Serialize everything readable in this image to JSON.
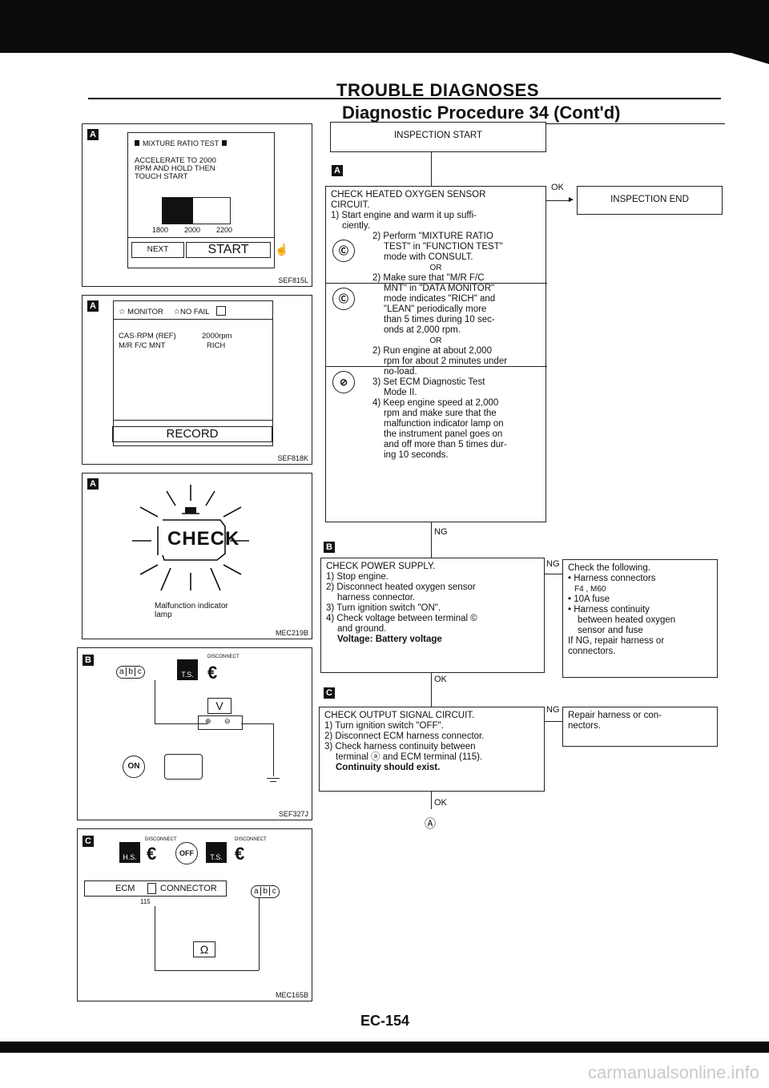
{
  "header": {
    "title": "TROUBLE DIAGNOSES",
    "subtitle": "Diagnostic Procedure 34 (Cont'd)"
  },
  "left_panels": {
    "a1": {
      "tag": "A",
      "screen_title": "MIXTURE RATIO TEST",
      "screen_text": [
        "ACCELERATE TO 2000",
        "RPM AND HOLD THEN",
        "TOUCH START"
      ],
      "scale": [
        "1800",
        "2000",
        "2200"
      ],
      "next_label": "NEXT",
      "start_label": "START",
      "code": "SEF815L"
    },
    "a2": {
      "tag": "A",
      "monitor_label": "MONITOR",
      "nofail_label": "NO FAIL",
      "row1_label": "CAS·RPM (REF)",
      "row1_value": "2000rpm",
      "row2_label": "M/R F/C MNT",
      "row2_value": "RICH",
      "record_label": "RECORD",
      "code": "SEF818K"
    },
    "a3": {
      "tag": "A",
      "check_text": "CHECK",
      "caption_line1": "Malfunction indicator",
      "caption_line2": "lamp",
      "code": "MEC219B"
    },
    "b": {
      "tag": "B",
      "disconnect": "DISCONNECT",
      "ts": "T.S.",
      "connector": [
        "a",
        "b",
        "c"
      ],
      "meter": "V",
      "on": "ON",
      "code": "SEF327J"
    },
    "c": {
      "tag": "C",
      "disconnect1": "DISCONNECT",
      "disconnect2": "DISCONNECT",
      "hs": "H.S.",
      "ts": "T.S.",
      "off": "OFF",
      "ecm": "ECM",
      "connector_label": "CONNECTOR",
      "pin": "115",
      "connector": [
        "a",
        "b",
        "c"
      ],
      "meter": "Ω",
      "code": "MEC165B"
    }
  },
  "flow": {
    "start": "INSPECTION START",
    "tag_a": "A",
    "step1": {
      "title": "CHECK HEATED OXYGEN SENSOR",
      "title2": "CIRCUIT.",
      "s1": "1) Start engine and warm it up suffi-",
      "s1b": "ciently.",
      "s2a": "2) Perform \"MIXTURE RATIO",
      "s2b": "TEST\" in \"FUNCTION TEST\"",
      "s2c": "mode with CONSULT.",
      "or1": "OR",
      "s3a": "2) Make sure that \"M/R F/C",
      "s3b": "MNT\" in \"DATA MONITOR\"",
      "s3c": "mode indicates \"RICH\" and",
      "s3d": "\"LEAN\" periodically more",
      "s3e": "than 5 times during 10 sec-",
      "s3f": "onds at 2,000 rpm.",
      "or2": "OR",
      "s4a": "2) Run engine at about 2,000",
      "s4b": "rpm for about 2 minutes under",
      "s4c": "no-load.",
      "s5a": "3) Set ECM Diagnostic Test",
      "s5b": "Mode II.",
      "s6a": "4) Keep engine speed at 2,000",
      "s6b": "rpm and make sure that the",
      "s6c": "malfunction indicator lamp on",
      "s6d": "the instrument panel goes on",
      "s6e": "and off more than 5 times dur-",
      "s6f": "ing 10 seconds."
    },
    "ok1": "OK",
    "end": "INSPECTION END",
    "ng1": "NG",
    "tag_b": "B",
    "step2": {
      "title": "CHECK POWER SUPPLY.",
      "l1": "1) Stop engine.",
      "l2a": "2) Disconnect heated oxygen sensor",
      "l2b": "harness connector.",
      "l3": "3) Turn ignition switch \"ON\".",
      "l4a": "4) Check voltage between terminal ©",
      "l4b": "and ground.",
      "l5": "Voltage: Battery voltage"
    },
    "ng2": "NG",
    "check_box": {
      "l1": "Check the following.",
      "l2": "• Harness connectors",
      "l3": "F4 , M60",
      "l4": "• 10A fuse",
      "l5": "• Harness continuity",
      "l6": "between heated oxygen",
      "l7": "sensor and fuse",
      "l8": "If NG, repair harness or",
      "l9": "connectors."
    },
    "ok2": "OK",
    "tag_c": "C",
    "step3": {
      "title": "CHECK OUTPUT SIGNAL CIRCUIT.",
      "l1": "1) Turn ignition switch \"OFF\".",
      "l2": "2) Disconnect ECM harness connector.",
      "l3": "3) Check harness continuity between",
      "l4": "terminal ⓐ and ECM terminal (115).",
      "l5": "Continuity should exist."
    },
    "ng3": "NG",
    "repair_box": {
      "l1": "Repair harness or con-",
      "l2": "nectors."
    },
    "ok3": "OK",
    "next_ref": "Ⓐ"
  },
  "footer": {
    "page": "EC-154",
    "watermark": "carmanualsonline.info"
  }
}
